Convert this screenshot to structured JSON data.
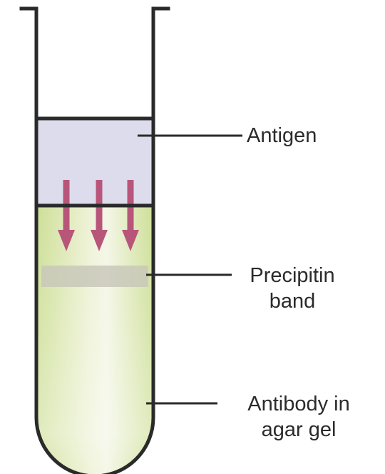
{
  "labels": {
    "antigen": "Antigen",
    "precipitin_line1": "Precipitin",
    "precipitin_line2": "band",
    "antibody_line1": "Antibody in",
    "antibody_line2": "agar gel"
  },
  "colors": {
    "outline": "#2a2a2a",
    "antigen_fill": "#dcdcec",
    "gel_fill": "#cddf96",
    "gel_light": "#f4f6e6",
    "band": "#c9c8ba",
    "arrows": "#b8567a",
    "leader_lines": "#2a2a2a",
    "text": "#2b2b2b"
  },
  "diffusion_arrow_count": 3
}
